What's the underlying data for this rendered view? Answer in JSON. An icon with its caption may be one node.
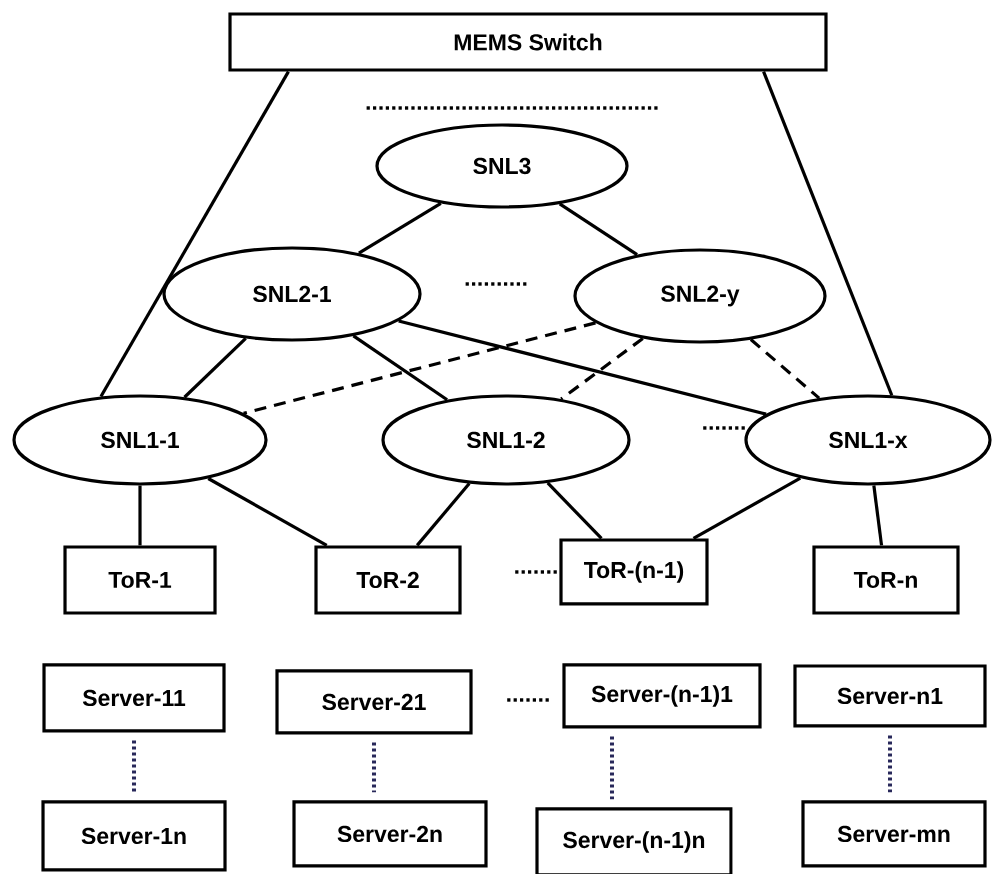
{
  "diagram": {
    "nodes": [
      {
        "text": [
          "MEMS Switch"
        ]
      },
      {
        "text": [
          "SNL3"
        ]
      },
      {
        "text": [
          "SNL2-1"
        ]
      },
      {
        "text": [
          "SNL2-y"
        ]
      },
      {
        "text": [
          "SNL1-1"
        ]
      },
      {
        "text": [
          "SNL1-2"
        ]
      },
      {
        "text": [
          "SNL1-x"
        ]
      },
      {
        "text": [
          "ToR-1"
        ]
      },
      {
        "text": [
          "ToR-2"
        ]
      },
      {
        "text": [
          "ToR-(n-1)"
        ]
      },
      {
        "text": [
          "ToR-n"
        ]
      },
      {
        "text": [
          "Server-11"
        ]
      },
      {
        "text": [
          "Server-21"
        ]
      },
      {
        "text": [
          "Server-(n-1)1"
        ]
      },
      {
        "text": [
          "Server-n1"
        ]
      },
      {
        "text": [
          "Server-1n"
        ]
      },
      {
        "text": [
          "Server-2n"
        ]
      },
      {
        "text": [
          "Server-(n-1)n"
        ]
      },
      {
        "text": [
          "Server-mn"
        ]
      }
    ],
    "edges": [
      {
        "from": 0,
        "to": 4,
        "arrow": "none"
      },
      {
        "from": 0,
        "to": 6,
        "arrow": "none"
      },
      {
        "from": 1,
        "to": 2,
        "arrow": "none"
      },
      {
        "from": 1,
        "to": 3,
        "arrow": "none"
      },
      {
        "from": 2,
        "to": 4,
        "arrow": "none"
      },
      {
        "from": 2,
        "to": 5,
        "arrow": "none"
      },
      {
        "from": 2,
        "to": 6,
        "arrow": "none"
      },
      {
        "from": 3,
        "to": 4,
        "arrow": "none",
        "style": "dashed"
      },
      {
        "from": 3,
        "to": 5,
        "arrow": "none",
        "style": "dashed"
      },
      {
        "from": 3,
        "to": 6,
        "arrow": "none",
        "style": "dashed"
      },
      {
        "from": 4,
        "to": 7,
        "arrow": "none"
      },
      {
        "from": 4,
        "to": 8,
        "arrow": "none"
      },
      {
        "from": 5,
        "to": 8,
        "arrow": "none"
      },
      {
        "from": 5,
        "to": 9,
        "arrow": "none"
      },
      {
        "from": 6,
        "to": 9,
        "arrow": "none"
      },
      {
        "from": 6,
        "to": 10,
        "arrow": "none"
      },
      {
        "from": 11,
        "to": 15,
        "arrow": "none",
        "style": "dashed",
        "color": "#28285a"
      },
      {
        "from": 12,
        "to": 16,
        "arrow": "none",
        "style": "dashed",
        "color": "#28285a"
      },
      {
        "from": 13,
        "to": 17,
        "arrow": "none",
        "style": "dashed",
        "color": "#28285a"
      },
      {
        "from": 14,
        "to": 18,
        "arrow": "none",
        "style": "dashed",
        "color": "#28285a"
      }
    ],
    "labels": [
      "..............................................",
      "..........",
      ".......",
      ".......",
      "......."
    ]
  }
}
